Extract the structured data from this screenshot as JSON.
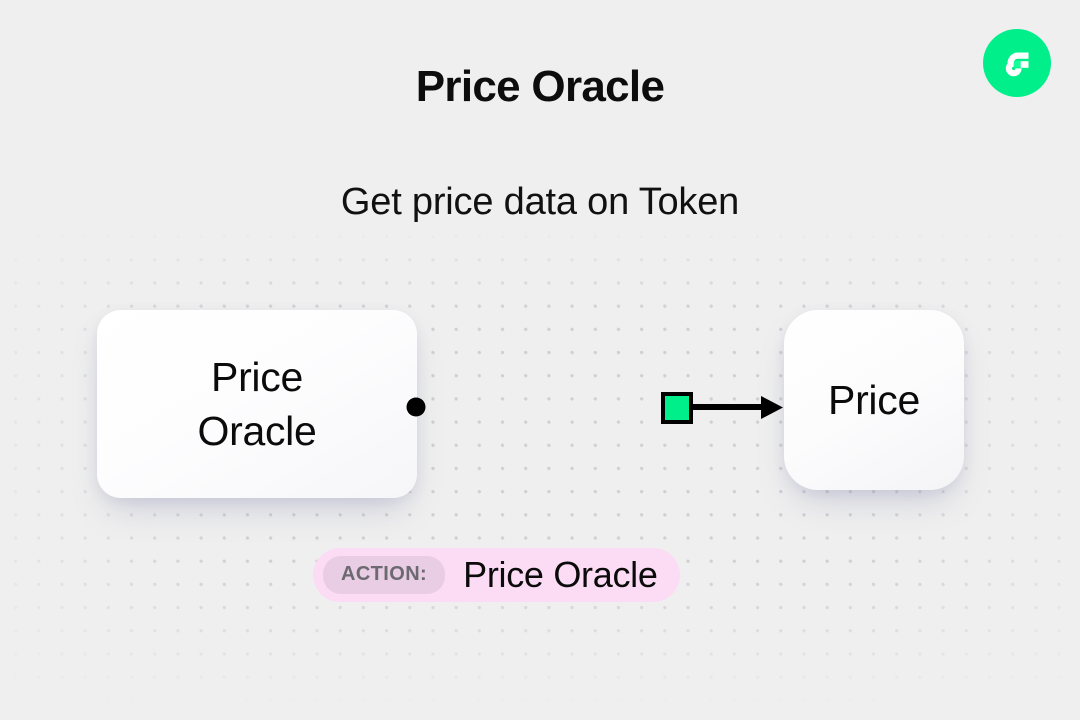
{
  "header": {
    "title": "Price Oracle",
    "subtitle": "Get price data on Token",
    "logo_icon": "flow-logo-icon",
    "logo_color": "#00EF8B"
  },
  "diagram": {
    "source_node": {
      "icon": "rounded-card",
      "label_line1": "Price",
      "label_line2": "Oracle"
    },
    "target_node": {
      "icon": "rounded-square-card",
      "label": "Price"
    },
    "connector": {
      "start_handle_icon": "dot-handle-icon",
      "marker_icon": "green-square-marker-icon",
      "end_handle_icon": "arrowhead-icon",
      "marker_color": "#00EF8B",
      "line_color": "#000000"
    }
  },
  "action_badge": {
    "key": "ACTION:",
    "value": "Price Oracle",
    "background_color": "#FBDCF4",
    "key_background_color": "#E8CDE4",
    "key_text_color": "#6C6A70"
  }
}
